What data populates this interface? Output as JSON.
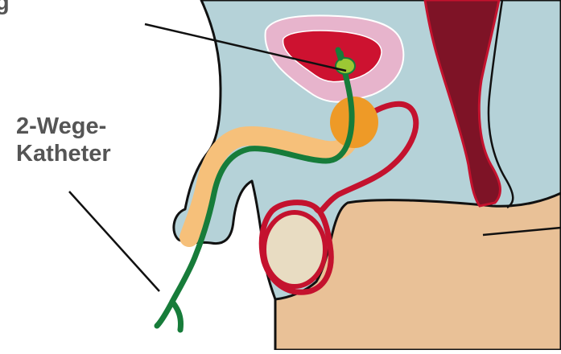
{
  "labels": {
    "top_partial": "g",
    "catheter_line1": "2-Wege-",
    "catheter_line2": "Katheter"
  },
  "colors": {
    "background_tissue": "#b5d2d8",
    "skin": "#e9c197",
    "outline": "#111111",
    "bladder_outer": "#e7b4cc",
    "bladder_inner": "#cd1230",
    "rectum": "#7e1326",
    "prostate": "#ee9a27",
    "urethra": "#f6c07a",
    "vas_deferens": "#c4122e",
    "testis": "#e8dcc2",
    "catheter": "#177c3a",
    "balloon": "#9cc834",
    "label_text": "#555555"
  },
  "icons": {
    "catheter": "two-way-catheter-tube",
    "balloon": "catheter-balloon"
  }
}
